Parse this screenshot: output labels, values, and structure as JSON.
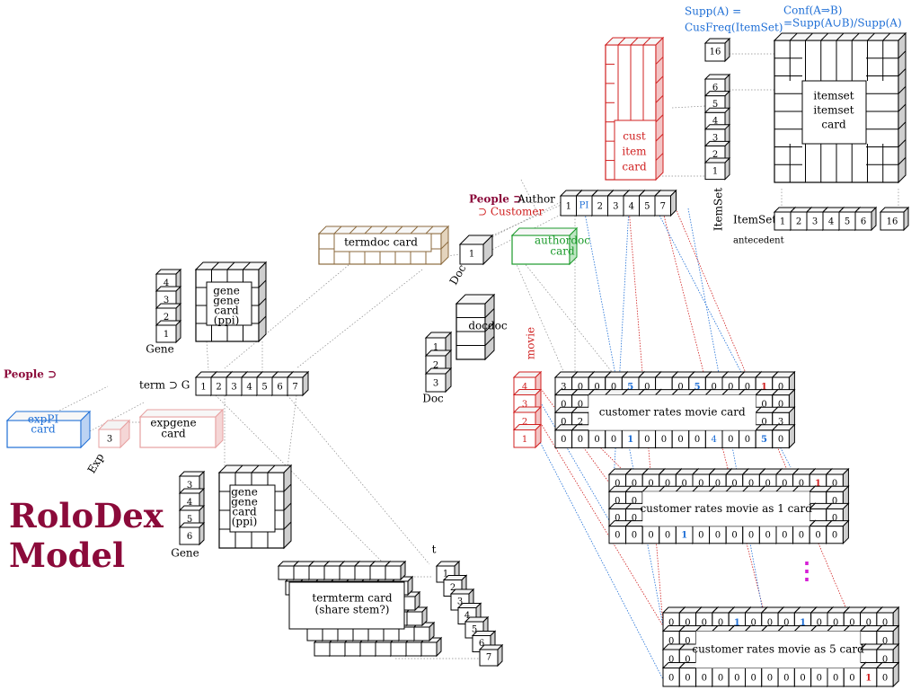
{
  "title": {
    "line1": "RoloDex",
    "line2": "Model"
  },
  "colors": {
    "black": "#000000",
    "red": "#d02020",
    "blue": "#1f6fd6",
    "brown": "#8b6a3e",
    "green": "#1a9a2a",
    "maroon": "#8b0a3a",
    "pink": "#e7a0a0",
    "magenta": "#d61fd6"
  },
  "labels": {
    "supp_def_1": "Supp(A) =",
    "supp_def_2": "CusFreq(ItemSet)",
    "conf_def_1": "Conf(A⇒B)",
    "conf_def_2": "=Supp(A∪B)/Supp(A)",
    "itemset_vertical": "ItemSet",
    "itemset_row": "ItemSet",
    "antecedent": "antecedent",
    "people_author_1": "People ⊃",
    "people_author_2": "Author",
    "customer": "⊃ Customer",
    "people_left": "People ⊃",
    "term_g": "term ⊃  G",
    "gene_top": "Gene",
    "gene_bottom": "Gene",
    "doc_upper": "Doc",
    "doc_lower": "Doc",
    "movie": "movie",
    "exp": "Exp",
    "t": "t",
    "pi_cell": "PI"
  },
  "cards": {
    "itemset": [
      "itemset",
      "itemset",
      "card"
    ],
    "cust_item": [
      "cust",
      "item",
      "card"
    ],
    "termdoc": [
      "termdoc card"
    ],
    "authordoc": [
      "authordoc",
      "card"
    ],
    "gene_upper": [
      "gene",
      "gene",
      "card",
      "(ppi)"
    ],
    "gene_lower": [
      "gene",
      "gene",
      "card",
      "(ppi)"
    ],
    "docdoc": [
      "docdoc"
    ],
    "exppi": [
      "expPI",
      "card"
    ],
    "expgene": [
      "expgene",
      "card"
    ],
    "termterm": [
      "termterm card",
      "(share stem?)"
    ],
    "rates": [
      "customer rates movie card"
    ],
    "rates1": [
      "customer rates movie as 1 card"
    ],
    "rates5": [
      "customer rates movie as 5 card"
    ]
  },
  "index_labels": {
    "itemset_col": [
      "16",
      "6",
      "5",
      "4",
      "3",
      "2",
      "1"
    ],
    "itemset_row": [
      "1",
      "2",
      "3",
      "4",
      "5",
      "6",
      "16"
    ],
    "author_row": [
      "1",
      "",
      "2",
      "3",
      "4",
      "5",
      "7"
    ],
    "term_row": [
      "1",
      "2",
      "3",
      "4",
      "5",
      "6",
      "7"
    ],
    "gene_top": [
      "4",
      "3",
      "2",
      "1"
    ],
    "gene_bottom": [
      "3",
      "4",
      "5",
      "6"
    ],
    "doc_lower": [
      "1",
      "2",
      "3"
    ],
    "doc_upper": [
      "1"
    ],
    "movie": [
      "4",
      "3",
      "2",
      "1"
    ],
    "exp": [
      "3"
    ],
    "t": [
      "1",
      "2",
      "3",
      "4",
      "5",
      "6",
      "7"
    ]
  },
  "grids": {
    "rates_top": [
      "3",
      "0",
      "0",
      "0",
      "5",
      "0",
      "",
      "0",
      "5",
      "0",
      "0",
      "0",
      "1",
      "0"
    ],
    "rates_mid1": [
      "0",
      "0",
      "",
      "",
      "",
      "",
      "",
      "",
      "",
      "",
      "",
      "",
      "0",
      "0"
    ],
    "rates_mid2": [
      "0",
      "2",
      "",
      "",
      "",
      "",
      "",
      "",
      "",
      "",
      "",
      "",
      "0",
      "3"
    ],
    "rates_bottom": [
      "0",
      "0",
      "0",
      "0",
      "1",
      "0",
      "0",
      "0",
      "0",
      "4",
      "0",
      "0",
      "5",
      "0"
    ],
    "r1_top": [
      "0",
      "0",
      "0",
      "0",
      "0",
      "0",
      "0",
      "0",
      "0",
      "0",
      "0",
      "0",
      "1",
      "0"
    ],
    "r1_mid1": [
      "0",
      "0",
      "",
      "",
      "",
      "",
      "",
      "",
      "",
      "",
      "",
      "",
      "",
      "0"
    ],
    "r1_mid2": [
      "0",
      "0",
      "",
      "",
      "",
      "",
      "",
      "",
      "",
      "",
      "",
      "",
      "",
      "0"
    ],
    "r1_bottom": [
      "0",
      "0",
      "0",
      "0",
      "1",
      "0",
      "0",
      "0",
      "0",
      "0",
      "0",
      "0",
      "0",
      "0"
    ],
    "r5_top": [
      "0",
      "0",
      "0",
      "0",
      "1",
      "0",
      "0",
      "0",
      "1",
      "0",
      "0",
      "0",
      "0",
      "0"
    ],
    "r5_mid1": [
      "0",
      "0",
      "",
      "",
      "",
      "",
      "",
      "",
      "",
      "",
      "",
      "",
      "",
      "0"
    ],
    "r5_mid2": [
      "0",
      "0",
      "",
      "",
      "",
      "",
      "",
      "",
      "",
      "",
      "",
      "",
      "",
      "0"
    ],
    "r5_bottom": [
      "0",
      "0",
      "0",
      "0",
      "0",
      "0",
      "0",
      "0",
      "0",
      "0",
      "0",
      "0",
      "1",
      "0"
    ]
  },
  "ellipsis": "⋮"
}
